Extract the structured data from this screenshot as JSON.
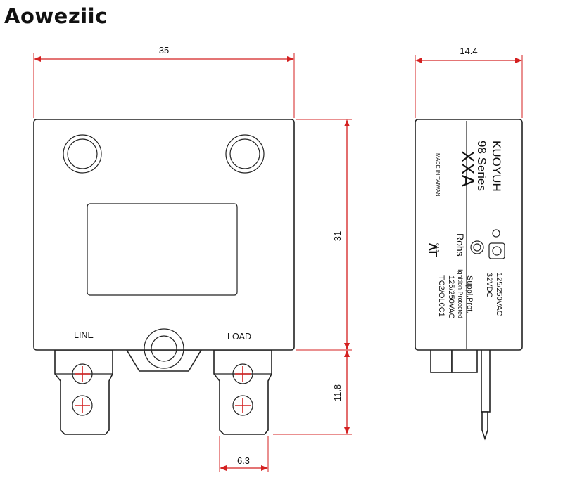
{
  "brand": "Aoweziic",
  "dimensions": {
    "width": "35",
    "height": "31",
    "terminal_length": "11.8",
    "terminal_width": "6.3",
    "depth": "14.4"
  },
  "labels": {
    "line": "LINE",
    "load": "LOAD"
  },
  "side_text": {
    "maker": "KUOYUH",
    "series": "98 Series",
    "model": "XXA",
    "origin": "MADE IN TAIWAN",
    "rohs": "Rohs",
    "ul": "c us",
    "rating_ac": "125/250VAC",
    "rating_dc": "32VDC",
    "suppl": "Suppl.Prot.",
    "ignition": "Ignition Protected",
    "rating_ac2": "125/250VAC",
    "tc": "TC2/OL0C1"
  },
  "colors": {
    "dimension": "#d42020",
    "outline": "#222222"
  }
}
